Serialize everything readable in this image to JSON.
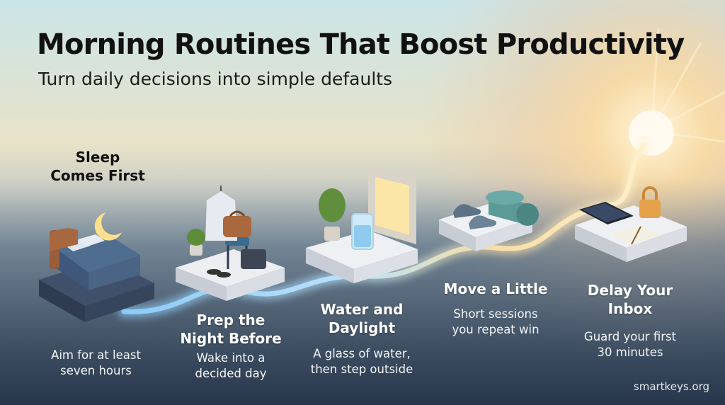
{
  "header": {
    "title": "Morning Routines That Boost Productivity",
    "subtitle": "Turn daily decisions into simple defaults"
  },
  "steps": [
    {
      "title_line1": "Sleep",
      "title_line2": "Comes First",
      "desc_line1": "Aim for at least",
      "desc_line2": "seven hours",
      "icon": "bed-with-moon-icon"
    },
    {
      "title_line1": "Prep the",
      "title_line2": "Night Before",
      "desc_line1": "Wake into a",
      "desc_line2": "decided day",
      "icon": "clothes-and-bag-icon"
    },
    {
      "title_line1": "Water and",
      "title_line2": "Daylight",
      "desc_line1": "A glass of water,",
      "desc_line2": "then step outside",
      "icon": "water-glass-window-icon"
    },
    {
      "title_line1": "Move a Little",
      "desc_line1": "Short sessions",
      "desc_line2": "you repeat win",
      "icon": "shoes-and-yoga-mat-icon"
    },
    {
      "title_line1": "Delay Your",
      "title_line2": "Inbox",
      "desc_line1": "Guard your first",
      "desc_line2": "30 minutes",
      "icon": "phone-with-lock-icon"
    }
  ],
  "footer": {
    "credit": "smartkeys.org"
  },
  "colors": {
    "sky_top": "#cfe6ea",
    "sky_warm": "#f6d8a8",
    "ground_dark": "#2f3f55",
    "path_glow": "#fde7b0",
    "text_dark": "#111111",
    "text_light": "#ffffff"
  }
}
